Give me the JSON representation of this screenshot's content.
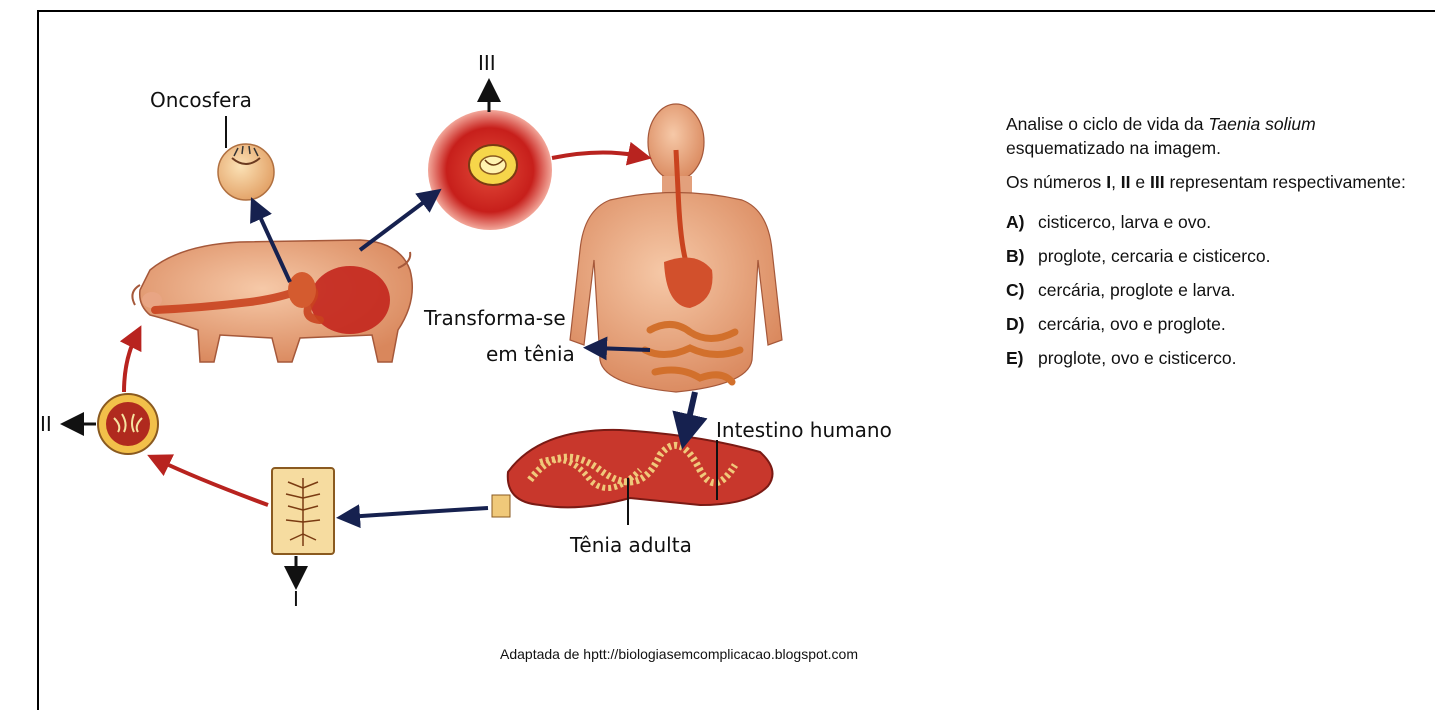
{
  "diagram": {
    "labels": {
      "oncosfera": "Oncosfera",
      "roman_three": "III",
      "roman_two": "II",
      "roman_one": "I",
      "transforma_line1": "Transforma-se",
      "transforma_line2": "em tênia",
      "intestino": "Intestino humano",
      "tenia_adulta": "Tênia adulta"
    },
    "colors": {
      "arrow_red": "#b8231f",
      "arrow_navy": "#16214f",
      "flesh": "#e7a27a",
      "intestine": "#c8372c"
    }
  },
  "question": {
    "intro_prefix": "Analise o ciclo de vida da ",
    "intro_species": "Taenia solium",
    "intro_suffix": "esquematizado na imagem.",
    "q_part1": "Os números ",
    "num1": "I",
    "sep1": ", ",
    "num2": "II",
    "sep2": " e ",
    "num3": "III",
    "q_part2": " representam respectivamente:",
    "options": [
      {
        "letter": "A)",
        "text": "cisticerco, larva e ovo."
      },
      {
        "letter": "B)",
        "text": "proglote, cercaria e cisticerco."
      },
      {
        "letter": "C)",
        "text": "cercária, proglote e larva."
      },
      {
        "letter": "D)",
        "text": "cercária, ovo e proglote."
      },
      {
        "letter": "E)",
        "text": "proglote, ovo e cisticerco."
      }
    ]
  },
  "credit": "Adaptada de hptt://biologiasemcomplicacao.blogspot.com"
}
